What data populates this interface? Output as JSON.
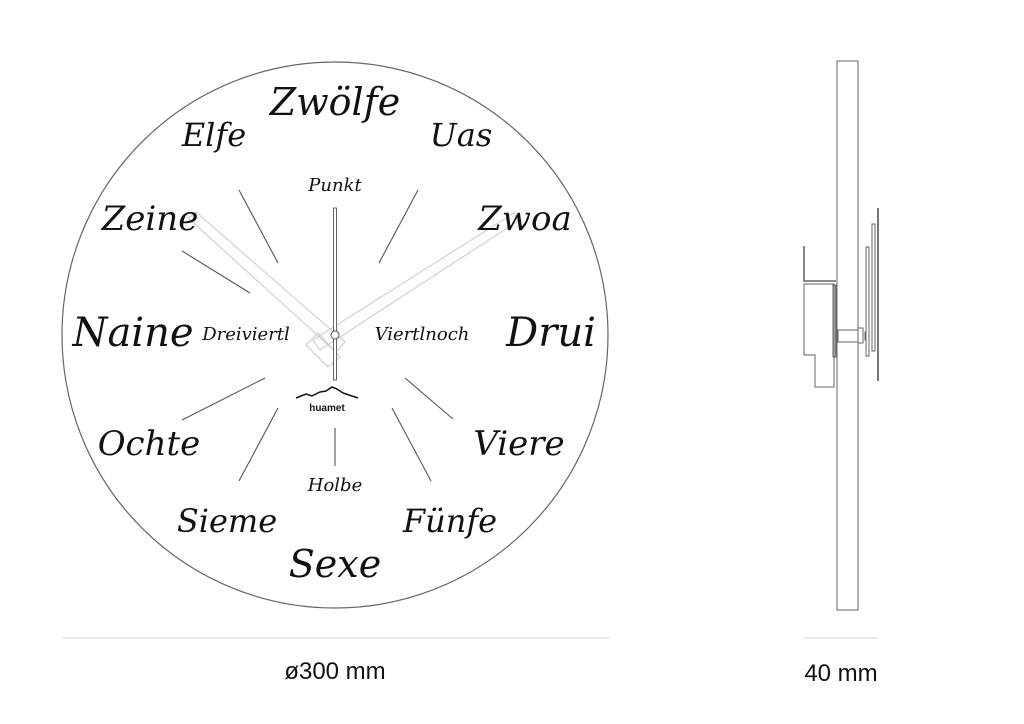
{
  "front_view": {
    "hour_labels": [
      {
        "name": "twelve",
        "text": "Zwölfe"
      },
      {
        "name": "one",
        "text": "Uas"
      },
      {
        "name": "two",
        "text": "Zwoa"
      },
      {
        "name": "three",
        "text": "Drui"
      },
      {
        "name": "four",
        "text": "Viere"
      },
      {
        "name": "five",
        "text": "Fünfe"
      },
      {
        "name": "six",
        "text": "Sexe"
      },
      {
        "name": "seven",
        "text": "Sieme"
      },
      {
        "name": "eight",
        "text": "Ochte"
      },
      {
        "name": "nine",
        "text": "Naine"
      },
      {
        "name": "ten",
        "text": "Zeine"
      },
      {
        "name": "eleven",
        "text": "Elfe"
      }
    ],
    "quarter_labels": {
      "top": "Punkt",
      "right": "Viertlnoch",
      "bottom": "Holbe",
      "left": "Dreiviertl"
    },
    "brand": "huamet",
    "dimension_label": "ø300 mm"
  },
  "side_view": {
    "dimension_label": "40 mm"
  },
  "colors": {
    "outline": "#555555",
    "text": "#111111",
    "hands": "#c8c8c8",
    "dimension_line": "#d0d0d0"
  }
}
